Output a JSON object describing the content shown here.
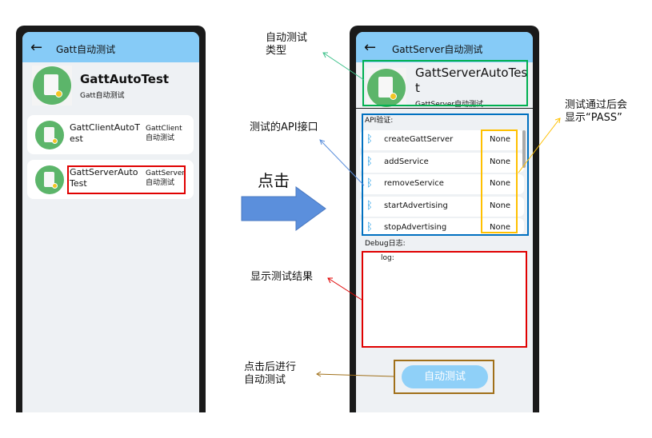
{
  "left_phone": {
    "header_title": "Gatt自动测试",
    "app_title": "GattAutoTest",
    "app_subtitle": "Gatt自动测试",
    "items": [
      {
        "name": "GattClientAutoTest",
        "desc": "GattClient自动测试"
      },
      {
        "name": "GattServerAutoTest",
        "desc": "GattServer自动测试"
      }
    ]
  },
  "middle": {
    "click_label": "点击"
  },
  "right_phone": {
    "header_title": "GattServer自动测试",
    "app_title": "GattServerAutoTest",
    "app_subtitle": "GattServer自动测试",
    "api_label": "API验证:",
    "apis": [
      {
        "name": "createGattServer",
        "status": "None"
      },
      {
        "name": "addService",
        "status": "None"
      },
      {
        "name": "removeService",
        "status": "None"
      },
      {
        "name": "startAdvertising",
        "status": "None"
      },
      {
        "name": "stopAdvertising",
        "status": "None"
      }
    ],
    "debug_label": "Debug日志:",
    "log_text": "log:",
    "button_label": "自动测试"
  },
  "annotations": {
    "test_type": "自动测试\n类型",
    "api_interface": "测试的API接口",
    "show_result": "显示测试结果",
    "click_auto": "点击后进行\n自动测试",
    "pass_note": "测试通过后会\n显示“PASS”"
  },
  "colors": {
    "header": "#86cbf7",
    "green": "#00b050",
    "blue": "#0070c0",
    "orange": "#ffc000",
    "red": "#e00000",
    "brown": "#a0701a"
  }
}
